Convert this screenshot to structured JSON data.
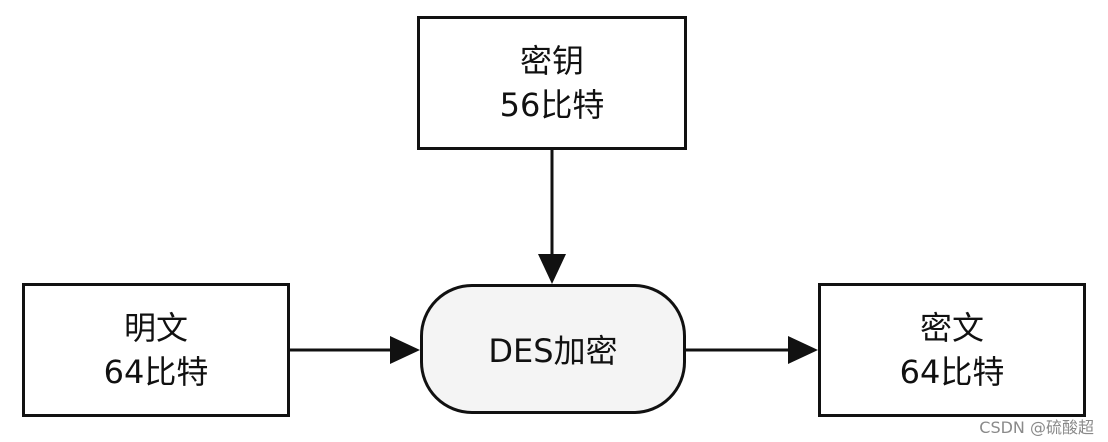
{
  "key": {
    "title": "密钥",
    "bits": "56比特"
  },
  "plaintext": {
    "title": "明文",
    "bits": "64比特"
  },
  "process": {
    "label": "DES加密"
  },
  "ciphertext": {
    "title": "密文",
    "bits": "64比特"
  },
  "watermark": "CSDN @硫酸超"
}
